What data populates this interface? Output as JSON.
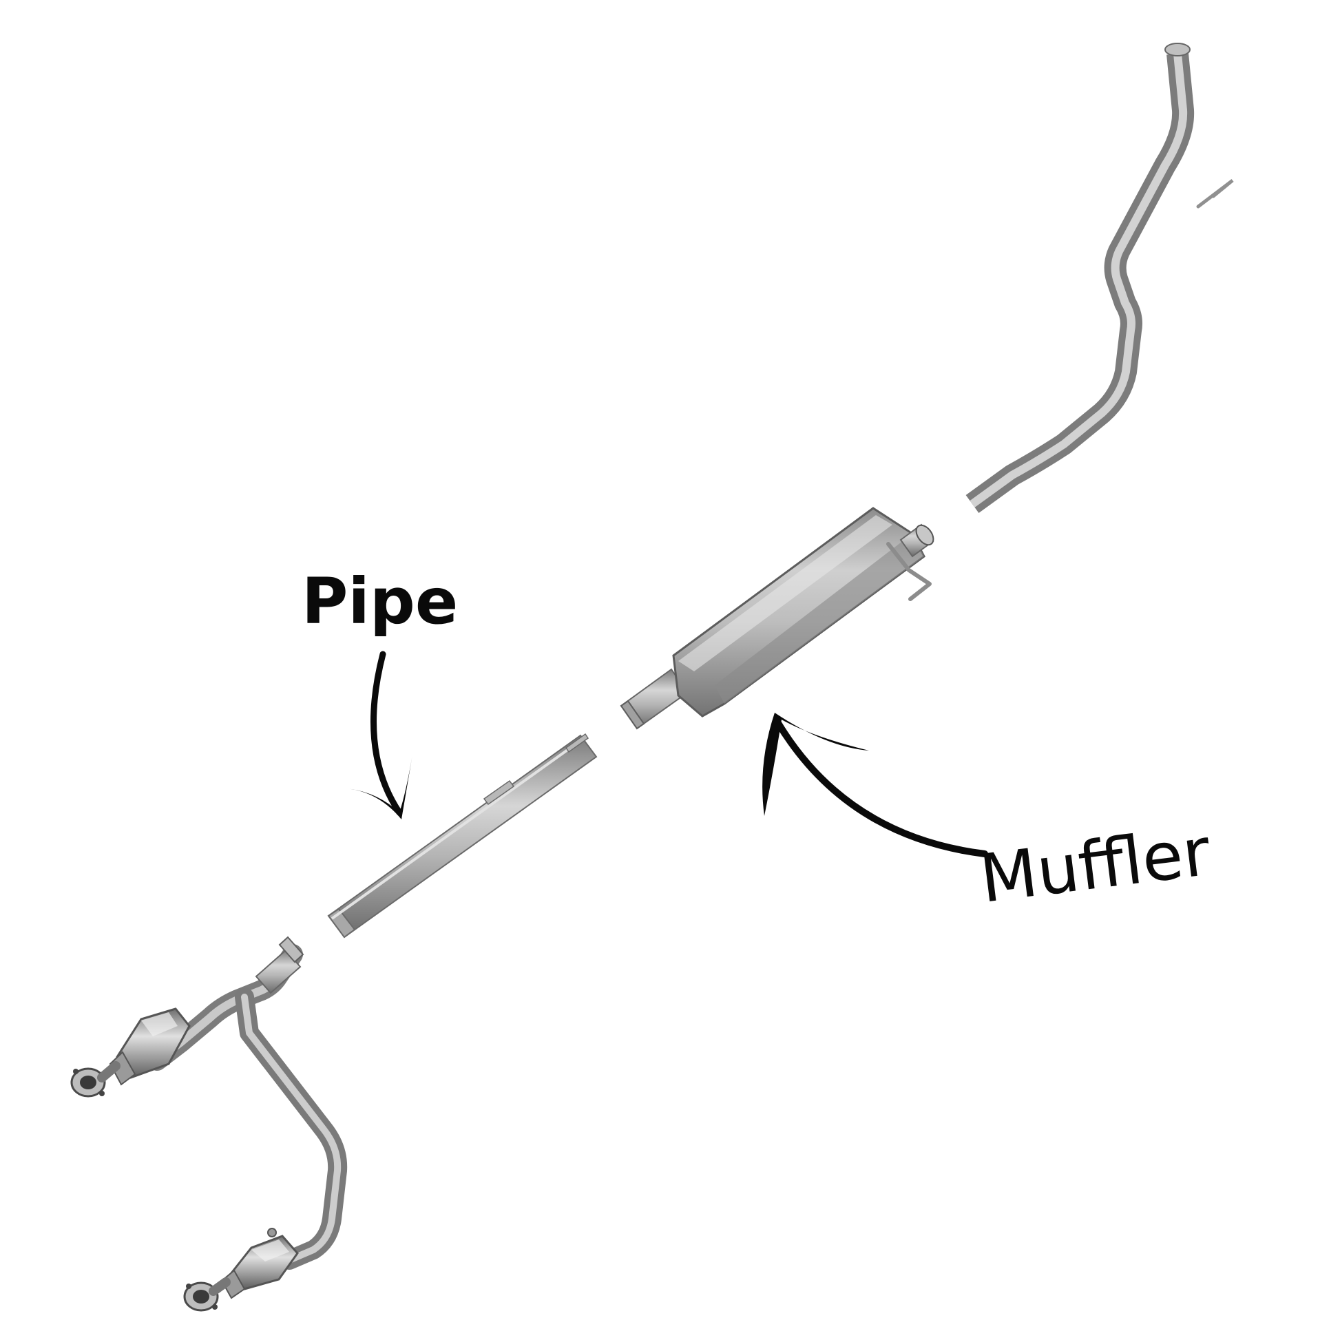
{
  "diagram": {
    "labels": {
      "pipe": "Pipe",
      "muffler": "Muffler"
    },
    "parts": [
      {
        "name": "y-pipe-with-catalytic-converters",
        "icon": "catalytic-converter-icon"
      },
      {
        "name": "intermediate-pipe",
        "icon": "pipe-icon"
      },
      {
        "name": "muffler",
        "icon": "muffler-icon"
      },
      {
        "name": "tailpipe",
        "icon": "tailpipe-icon"
      }
    ],
    "colors": {
      "background": "#ffffff",
      "metal_light": "#d2d2d2",
      "metal_mid": "#a8a8a8",
      "metal_dark": "#6e6e6e",
      "ink": "#0a0a0a"
    }
  }
}
